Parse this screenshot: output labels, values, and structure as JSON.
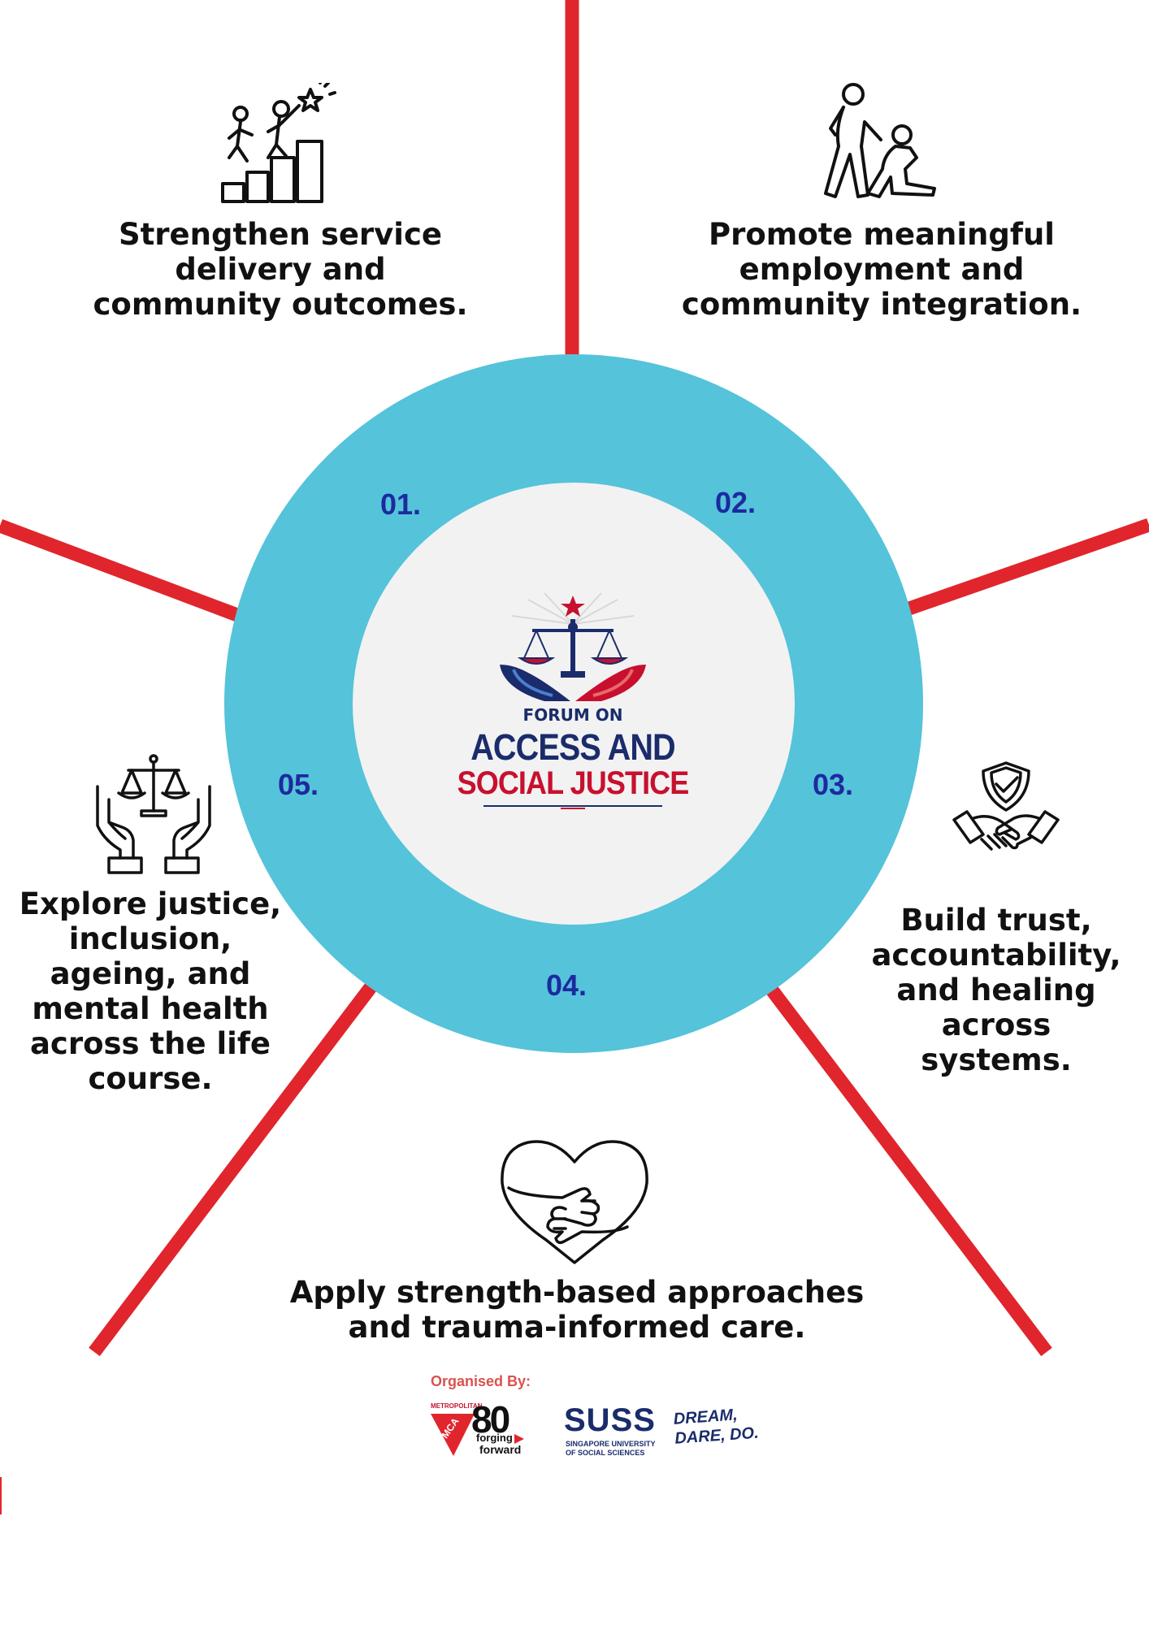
{
  "colors": {
    "spoke": "#e0252c",
    "ring": "#55c3d9",
    "inner": "#f2f2f2",
    "number": "#1c2aa0",
    "navy": "#1a2c6b",
    "red": "#c8102e",
    "text": "#111111"
  },
  "logo": {
    "line1": "FORUM ON",
    "line2": "ACCESS AND",
    "line3": "SOCIAL JUSTICE"
  },
  "objectives": [
    {
      "number": "01.",
      "icon": "climbing-steps-icon",
      "lines": [
        "Strengthen service",
        "delivery and",
        "community outcomes."
      ]
    },
    {
      "number": "02.",
      "icon": "helping-person-icon",
      "lines": [
        "Promote meaningful",
        "employment and",
        "community integration."
      ]
    },
    {
      "number": "03.",
      "icon": "handshake-shield-icon",
      "lines": [
        "Build trust,",
        "accountability,",
        "and healing",
        "across",
        "systems."
      ]
    },
    {
      "number": "04.",
      "icon": "heart-hug-icon",
      "lines": [
        "Apply strength-based approaches",
        "and trauma-informed care."
      ]
    },
    {
      "number": "05.",
      "icon": "justice-scales-hands-icon",
      "lines": [
        "Explore justice,",
        "inclusion,",
        "ageing, and",
        "mental health",
        "across the life",
        "course."
      ]
    }
  ],
  "organisers": {
    "label": "Organised By:",
    "ymca_small": "METROPOLITAN",
    "ymca_mark": "YMCA",
    "anniversary": "80",
    "tagline_1": "forging",
    "tagline_2": "forward",
    "suss_mark": "SUSS",
    "suss_line1": "SINGAPORE UNIVERSITY",
    "suss_line2": "OF SOCIAL SCIENCES",
    "motto_1": "DREAM,",
    "motto_2": "DARE, DO."
  }
}
